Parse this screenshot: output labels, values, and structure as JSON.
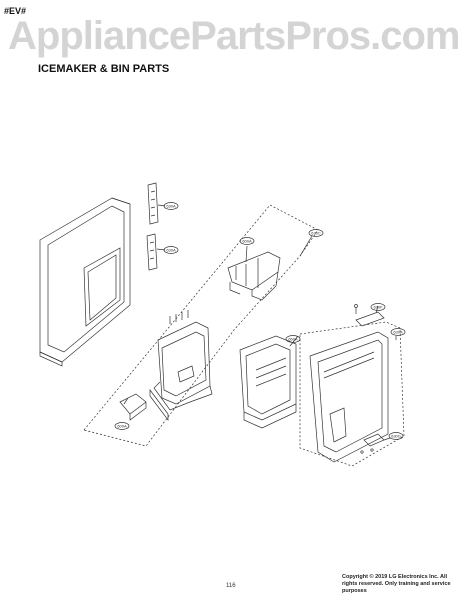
{
  "header": {
    "corner_tag": "#EV#",
    "watermark": "AppliancePartsPros.com",
    "section_title": "ICEMAKER & BIN PARTS"
  },
  "callouts": {
    "part_630a_top": "630A",
    "part_630a_mid": "630A",
    "part_600a": "600A",
    "part_630c": "630C",
    "part_630f": "630F",
    "part_660a": "660A",
    "part_630a_right": "630A",
    "part_600a_low": "600A",
    "part_630g": "630G"
  },
  "footer": {
    "page_number": "116",
    "copyright_line1": "Copyright © 2019 LG Electronics Inc. All",
    "copyright_line2": "rights reserved. Only training and service",
    "copyright_line3": "purposes"
  },
  "colors": {
    "line": "#333333",
    "watermark": "#d4d4d4"
  }
}
